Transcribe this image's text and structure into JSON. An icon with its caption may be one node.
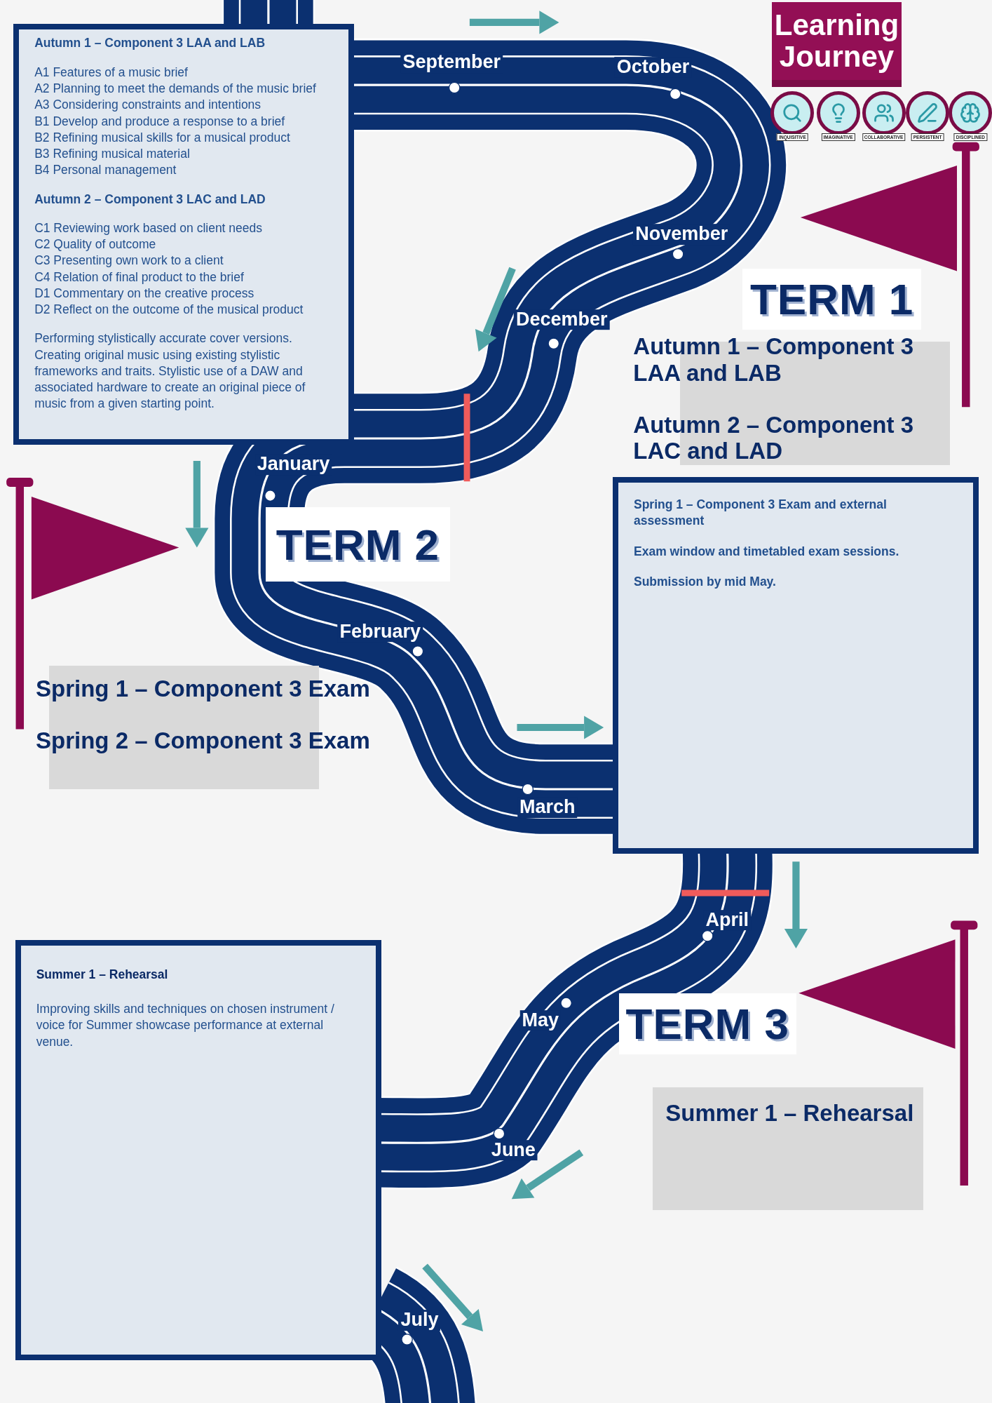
{
  "diagram": {
    "title": "Learning Journey",
    "nodes": [
      {
        "text": [
          "Autumn 1 – Component 3 LAA and LAB",
          "A1 Features of a music brief",
          "A2 Planning to meet the demands of the music brief",
          "A3 Considering constraints and intentions",
          "B1 Develop and produce a response to a brief",
          "B2 Refining musical skills for a musical product",
          "B3 Refining musical material",
          "B4 Personal management",
          "Autumn 2 – Component 3 LAC and LAD",
          "C1 Reviewing work based on client needs",
          "C2 Quality of outcome",
          "C3 Presenting own work to a client",
          "C4 Relation of final product to the brief",
          "D1 Commentary on the creative process",
          "D2 Reflect on the outcome of the musical product",
          "Performing stylistically accurate cover versions. Creating original music using existing stylistic frameworks and traits. Stylistic use of a DAW and associated hardware to create an original piece of music from a given starting point."
        ]
      },
      {
        "text": [
          "TERM 1"
        ]
      },
      {
        "text": [
          "Autumn 1 – Component 3 LAA and LAB",
          "Autumn 2 – Component 3 LAC and LAD"
        ]
      },
      {
        "text": [
          "TERM 2"
        ]
      },
      {
        "text": [
          "Spring 1 – Component 3 Exam",
          "Spring 2 – Component 3 Exam"
        ]
      },
      {
        "text": [
          "Spring 1 – Component 3 Exam and external assessment",
          "Exam window and timetabled exam sessions.",
          "Submission by mid May."
        ]
      },
      {
        "text": [
          "TERM 3"
        ]
      },
      {
        "text": [
          "Summer 1 – Rehearsal"
        ]
      },
      {
        "text": [
          "Summer 1 – Rehearsal",
          "Improving skills and techniques on chosen instrument / voice for Summer showcase performance at external venue."
        ]
      }
    ],
    "labels": [
      "September",
      "October",
      "INQUISITIVE",
      "IMAGINATIVE",
      "COLLABORATIVE",
      "PERSISTENT",
      "DISCIPLINED",
      "November",
      "December",
      "January",
      "February",
      "March",
      "April",
      "May",
      "June",
      "July"
    ]
  }
}
